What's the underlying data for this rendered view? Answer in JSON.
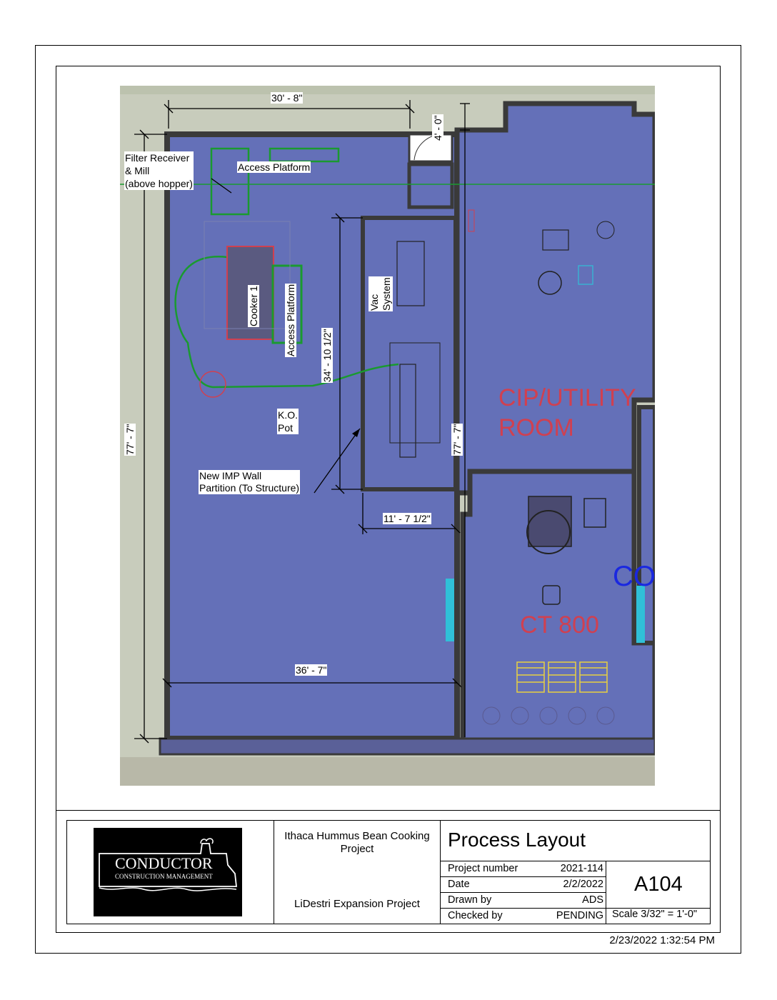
{
  "drawing": {
    "dims": {
      "top_width": "30' - 8\"",
      "door_height": "4' - 0\"",
      "left_height": "77' - 7\"",
      "vac_height": "34' - 10 1/2\"",
      "mid_height": "77' - 7\"",
      "room_width": "11' - 7 1/2\"",
      "bottom_width": "36' - 7\""
    },
    "labels": {
      "filter_receiver": [
        "Filter Receiver",
        "& Mill",
        "(above hopper)"
      ],
      "access_platform_top": "Access Platform",
      "cooker": "Cooker 1",
      "access_platform_side": "Access Platform",
      "vac_system": [
        "Vac",
        "System"
      ],
      "ko_pot": [
        "K.O.",
        "Pot"
      ],
      "imp_wall": [
        "New IMP Wall",
        "Partition (To Structure)"
      ]
    },
    "room_labels": {
      "cip": "CIP/UTILITY",
      "room": "ROOM",
      "ct": "CT 800",
      "edge": "CO"
    }
  },
  "title_block": {
    "logo": {
      "main": "CONDUCTOR",
      "sub": "CONSTRUCTION MANAGEMENT"
    },
    "project_name": [
      "Ithaca Hummus Bean Cooking",
      "Project"
    ],
    "project_sub": "LiDestri Expansion Project",
    "sheet_title": "Process Layout",
    "rows": [
      {
        "label": "Project number",
        "value": "2021-114"
      },
      {
        "label": "Date",
        "value": "2/2/2022"
      },
      {
        "label": "Drawn by",
        "value": "ADS"
      },
      {
        "label": "Checked by",
        "value": "PENDING"
      }
    ],
    "sheet_number": "A104",
    "scale": "Scale  3/32\" = 1'-0\""
  },
  "timestamp": "2/23/2022 1:32:54 PM",
  "colors": {
    "floor": "#6470b8",
    "wall": "#3a3a3a",
    "ground": "#c8ccbc",
    "red_annot": "#d04050",
    "green": "#1a9a30"
  }
}
